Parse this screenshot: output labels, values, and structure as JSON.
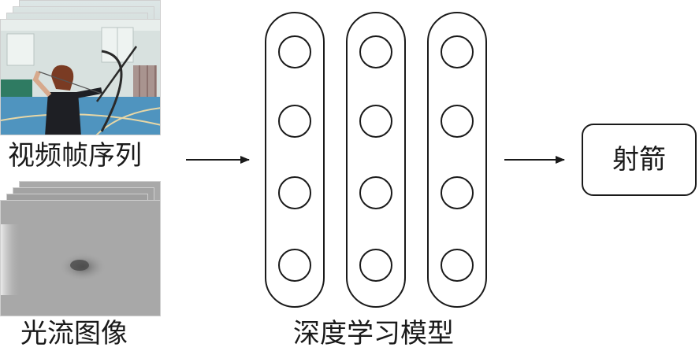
{
  "diagram": {
    "inputs": {
      "video_frames_label": "视频帧序列",
      "optical_flow_label": "光流图像"
    },
    "model_label": "深度学习模型",
    "output_label": "射箭",
    "model": {
      "columns": 3,
      "nodes_per_column": 4
    }
  }
}
